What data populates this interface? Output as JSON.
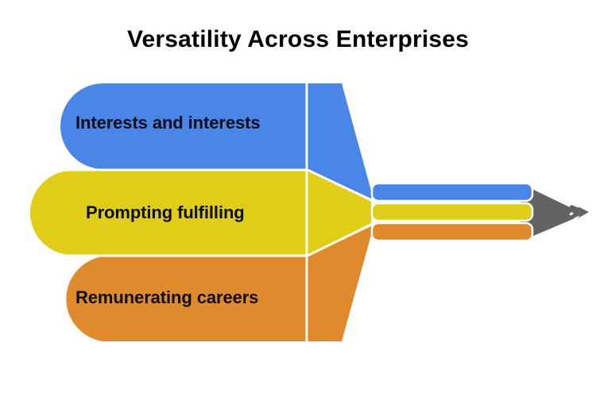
{
  "chart_data": {
    "type": "diagram",
    "diagram_kind": "pencil-funnel",
    "title": "Versatility Across Enterprises",
    "categories": [
      "Interests and interests",
      "Prompting fulfilling",
      "Remunerating careers"
    ],
    "series": [
      {
        "name": "Interests and interests",
        "color": "#4a86e8",
        "order": 1
      },
      {
        "name": "Prompting fulfilling",
        "color": "#dfcd18",
        "order": 2
      },
      {
        "name": "Remunerating careers",
        "color": "#e08a2e",
        "order": 3
      }
    ],
    "tip_color": "#636363",
    "background": "#ffffff",
    "legend": "none",
    "xlabel": "",
    "ylabel": ""
  },
  "header": {
    "title": "Versatility Across Enterprises"
  },
  "colors": {
    "blue": "#4a86e8",
    "yellow": "#dfcd18",
    "orange": "#e08a2e",
    "tip_gray": "#636363",
    "separator": "#fffbe6",
    "text": "#0d0d17",
    "background": "#ffffff"
  },
  "diagram": {
    "bars": [
      {
        "id": "interests",
        "label": "Interests and interests",
        "color": "#4a86e8",
        "shaft_color": "#4a86e8"
      },
      {
        "id": "prompting",
        "label": "Prompting fulfilling",
        "color": "#dfcd18",
        "shaft_color": "#dfcd18"
      },
      {
        "id": "remunerating",
        "label": "Remunerating careers",
        "color": "#e08a2e",
        "shaft_color": "#e08a2e"
      }
    ],
    "tip": {
      "name": "pencil-tip",
      "color": "#636363"
    }
  }
}
